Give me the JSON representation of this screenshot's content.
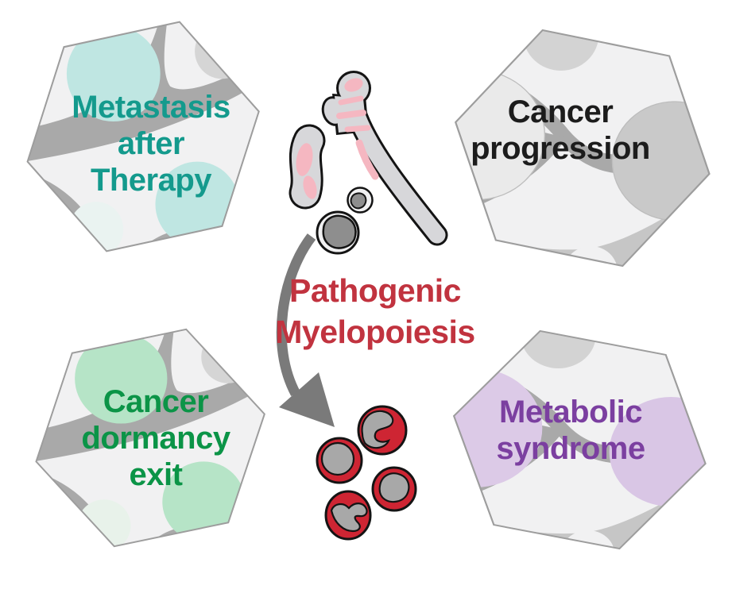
{
  "figure": {
    "background_color": "#ffffff",
    "title": {
      "lines": [
        "Pathogenic",
        "Myelopoiesis"
      ],
      "color": "#c1333f"
    },
    "hexagons": [
      {
        "id": "metastasis-after-therapy",
        "label_lines": [
          "Metastasis",
          "after",
          "Therapy"
        ],
        "text_color": "#149a8d",
        "cell_color": "#bfe6e2",
        "corner_cell_color": "#eaf3f1"
      },
      {
        "id": "cancer-progression",
        "label_lines": [
          "Cancer",
          "progression"
        ],
        "text_color": "#1c1c1c",
        "cell_color": "#eaeaea",
        "cell_color_2": "#c9c9c9"
      },
      {
        "id": "cancer-dormancy-exit",
        "label_lines": [
          "Cancer",
          "dormancy",
          "exit"
        ],
        "text_color": "#0b9447",
        "cell_color": "#b6e4c7",
        "corner_cell_color": "#e8f2ea"
      },
      {
        "id": "metabolic-syndrome",
        "label_lines": [
          "Metabolic",
          "syndrome"
        ],
        "text_color": "#7b3fa0",
        "cell_color": "#dccae7",
        "cell_color_2": "#d9c6e5"
      }
    ],
    "illustration": {
      "bone_color": "#d7d7da",
      "bone_outline_color": "#141414",
      "marrow_color": "#f5b7c1",
      "stem_cell_body_color": "#f1f1f2",
      "stem_cell_nucleus_color": "#8e8e8e",
      "monocyte_color": "#ce2533",
      "monocyte_nucleus_color": "#a8a8a8",
      "arrow_color": "#7a7a7a",
      "hex_background_color": "#f1f1f2",
      "hex_web_color": "#a9a9a9",
      "small_gray_cell_color": "#d5d5d5",
      "top_crescent_color": "#d3d3d3"
    }
  }
}
